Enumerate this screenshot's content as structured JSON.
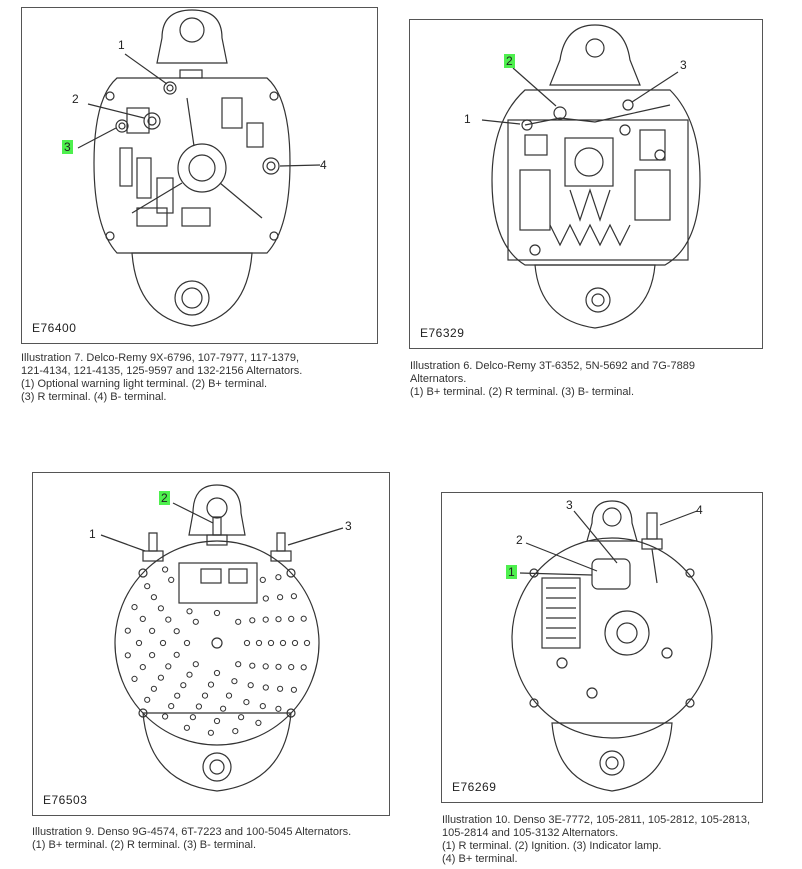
{
  "panels": [
    {
      "id": "p7",
      "code": "E76400",
      "callouts": [
        "1",
        "2",
        "3",
        "4"
      ],
      "highlighted": "3",
      "caption": [
        "Illustration 7. Delco-Remy 9X-6796, 107-7977, 117-1379,",
        "121-4134, 121-4135, 125-9597 and 132-2156 Alternators.",
        "(1) Optional warning light terminal. (2) B+ terminal.",
        "(3) R terminal. (4) B- terminal."
      ]
    },
    {
      "id": "p6",
      "code": "E76329",
      "callouts": [
        "1",
        "2",
        "3"
      ],
      "highlighted": "2",
      "caption": [
        "Illustration 6. Delco-Remy 3T-6352, 5N-5692 and 7G-7889",
        "Alternators.",
        "(1) B+ terminal. (2) R terminal. (3) B- terminal."
      ]
    },
    {
      "id": "p9",
      "code": "E76503",
      "callouts": [
        "1",
        "2",
        "3"
      ],
      "highlighted": "2",
      "caption": [
        "Illustration 9. Denso 9G-4574, 6T-7223 and 100-5045 Alternators.",
        "(1) B+ terminal. (2) R terminal. (3) B- terminal."
      ]
    },
    {
      "id": "p10",
      "code": "E76269",
      "callouts": [
        "1",
        "2",
        "3",
        "4"
      ],
      "highlighted": "1",
      "caption": [
        "Illustration 10. Denso 3E-7772, 105-2811, 105-2812, 105-2813,",
        "105-2814 and 105-3132 Alternators.",
        "(1) R terminal. (2) Ignition. (3) Indicator lamp.",
        "(4) B+ terminal."
      ]
    }
  ],
  "colors": {
    "highlight": "#4ef04e",
    "line": "#333333"
  }
}
